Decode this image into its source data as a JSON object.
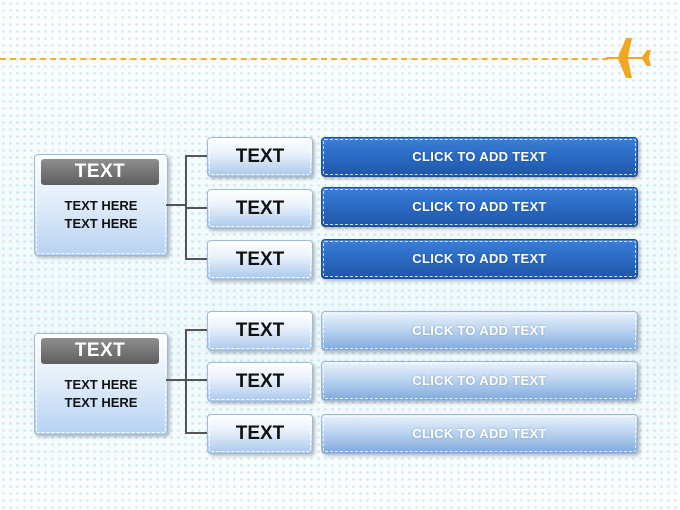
{
  "groups": [
    {
      "title": "TEXT",
      "body": [
        "TEXT HERE",
        "TEXT HERE"
      ],
      "rows": [
        {
          "label": "TEXT",
          "text": "CLICK TO ADD TEXT"
        },
        {
          "label": "TEXT",
          "text": "CLICK TO ADD TEXT"
        },
        {
          "label": "TEXT",
          "text": "CLICK TO ADD TEXT"
        }
      ]
    },
    {
      "title": "TEXT",
      "body": [
        "TEXT HERE",
        "TEXT HERE"
      ],
      "rows": [
        {
          "label": "TEXT",
          "text": "CLICK TO ADD TEXT"
        },
        {
          "label": "TEXT",
          "text": "CLICK TO ADD TEXT"
        },
        {
          "label": "TEXT",
          "text": "CLICK TO ADD TEXT"
        }
      ]
    }
  ],
  "colors": {
    "dashed_line": "#f0b030",
    "airplane": "#f2a81e",
    "dark_blue_bar": "#2c6cc6",
    "light_blue_bar": "#bcd5f1",
    "title_gray": "#6e6e6e"
  },
  "icons": [
    "airplane-icon"
  ]
}
